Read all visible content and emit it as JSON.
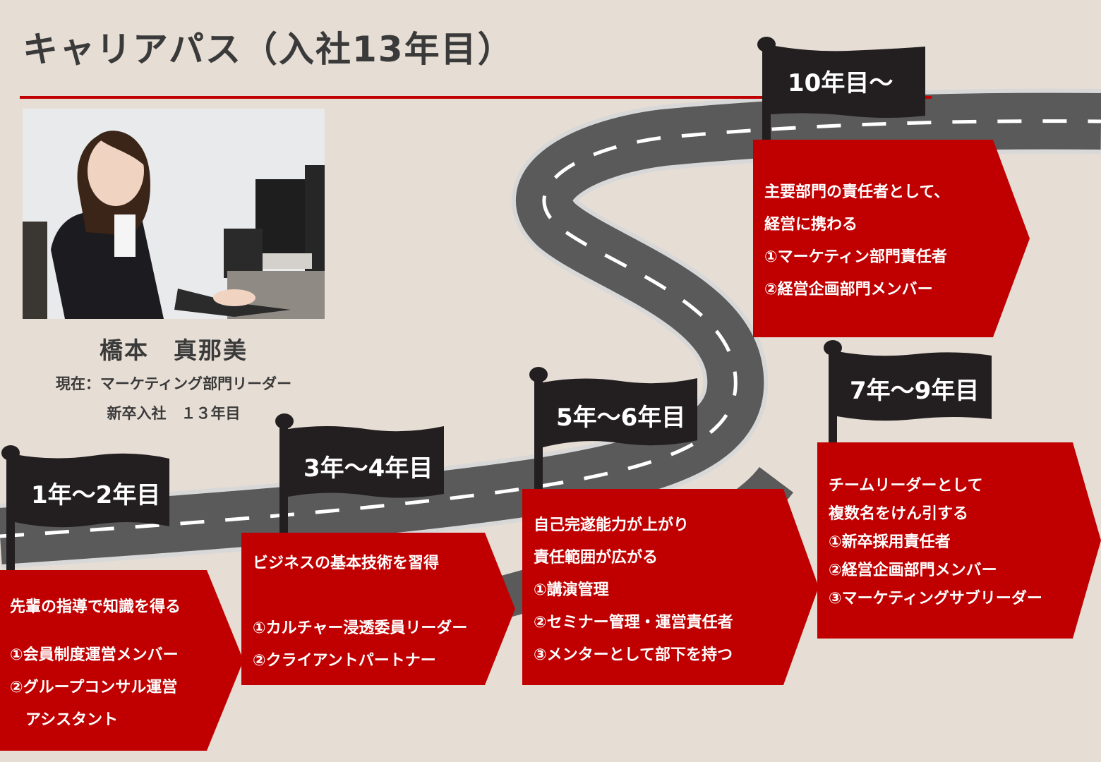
{
  "title": "キャリアパス（入社13年目）",
  "profile": {
    "name": "橋本　真那美",
    "role": "現在：マーケティング部門リーダー",
    "years": "新卒入社　１３年目"
  },
  "stages": [
    {
      "flag": "1年～2年目",
      "lines": [
        "先輩の指導で知識を得る",
        "",
        "①会員制度運営メンバー",
        "②グループコンサル運営",
        "　アシスタント"
      ]
    },
    {
      "flag": "3年～4年目",
      "lines": [
        "ビジネスの基本技術を習得",
        "",
        "①カルチャー浸透委員リーダー",
        "②クライアントパートナー"
      ]
    },
    {
      "flag": "5年～6年目",
      "lines": [
        "自己完遂能力が上がり",
        "責任範囲が広がる",
        "①講演管理",
        "②セミナー管理・運営責任者",
        "③メンターとして部下を持つ"
      ]
    },
    {
      "flag": "7年～9年目",
      "lines": [
        "チームリーダーとして",
        "複数名をけん引する",
        "①新卒採用責任者",
        "②経営企画部門メンバー",
        "③マーケティングサブリーダー"
      ]
    },
    {
      "flag": "10年目～",
      "lines": [
        "主要部門の責任者として、",
        "経営に携わる",
        "①マーケティン部門責任者",
        "②経営企画部門メンバー"
      ]
    }
  ],
  "colors": {
    "background": "#e6ddd4",
    "accent_red": "#c00000",
    "flag_black": "#231f20",
    "road_gray": "#555555",
    "title_text": "#3a3a3a"
  }
}
